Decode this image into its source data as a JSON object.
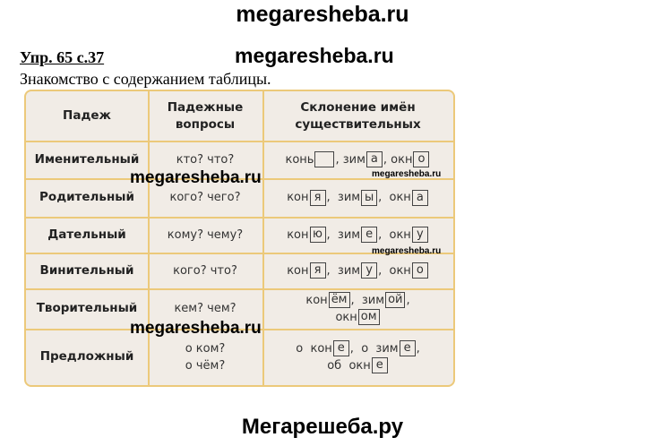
{
  "watermark": "megaresheba.ru",
  "footer": "Мегарешеба.ру",
  "exercise": "Упр. 65 с.37",
  "subtitle": "Знакомство с содержанием таблицы.",
  "table": {
    "headers": [
      "Падеж",
      "Падежные вопросы",
      "Склонение имён существительных"
    ],
    "rows": [
      {
        "case": "Именительный",
        "questions": [
          "кто?  что?"
        ],
        "forms": [
          [
            [
              "конь",
              ""
            ],
            ", зим",
            [
              "а"
            ],
            ", окн",
            [
              "о"
            ]
          ]
        ]
      },
      {
        "case": "Родительный",
        "questions": [
          "кого?  чего?"
        ],
        "forms": [
          [
            "кон",
            [
              "я"
            ],
            ",  зим",
            [
              "ы"
            ],
            ",  окн",
            [
              "а"
            ]
          ]
        ]
      },
      {
        "case": "Дательный",
        "questions": [
          "кому?  чему?"
        ],
        "forms": [
          [
            "кон",
            [
              "ю"
            ],
            ",  зим",
            [
              "е"
            ],
            ",  окн",
            [
              "у"
            ]
          ]
        ]
      },
      {
        "case": "Винительный",
        "questions": [
          "кого?  что?"
        ],
        "forms": [
          [
            "кон",
            [
              "я"
            ],
            ",  зим",
            [
              "у"
            ],
            ",  окн",
            [
              "о"
            ]
          ]
        ]
      },
      {
        "case": "Творительный",
        "questions": [
          "кем?  чем?"
        ],
        "forms": [
          [
            "кон",
            [
              "ём"
            ],
            ",  зим",
            [
              "ой"
            ],
            ","
          ],
          [
            "окн",
            [
              "ом"
            ]
          ]
        ]
      },
      {
        "case": "Предложный",
        "questions": [
          "о  ком?",
          "о  чём?"
        ],
        "forms": [
          [
            "о  кон",
            [
              "е"
            ],
            ",  о  зим",
            [
              "е"
            ],
            ","
          ],
          [
            "об  окн",
            [
              "е"
            ]
          ]
        ]
      }
    ]
  }
}
